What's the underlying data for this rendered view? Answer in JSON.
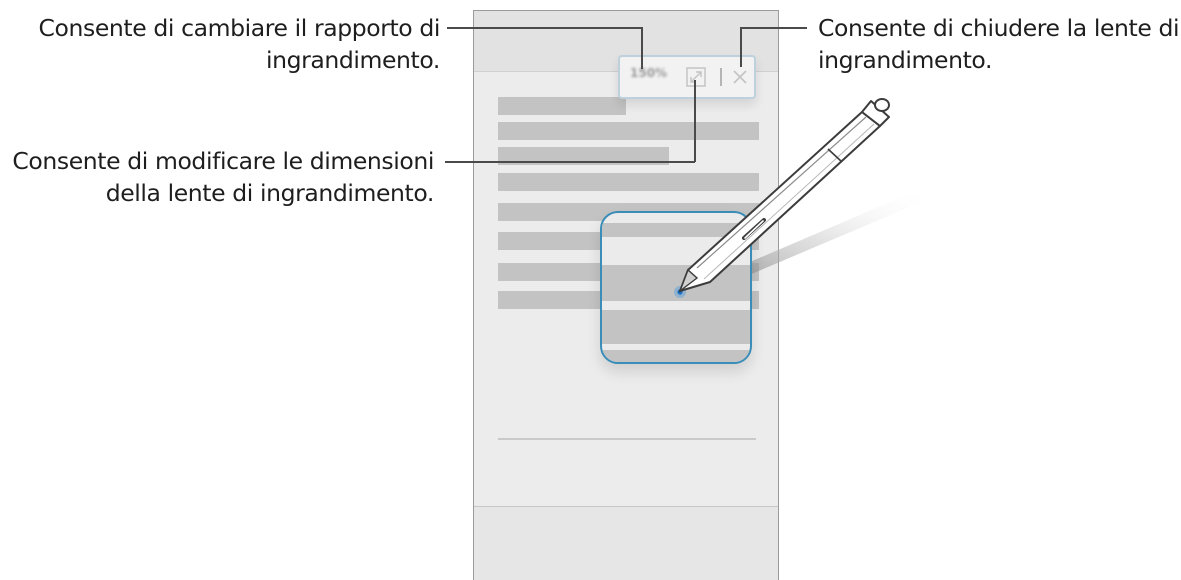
{
  "callouts": {
    "zoom_ratio": {
      "line1": "Consente di cambiare il rapporto di",
      "line2": "ingrandimento."
    },
    "resize": {
      "line1": "Consente di modificare le dimensioni",
      "line2": "della lente di ingrandimento."
    },
    "close": {
      "line1": "Consente di chiudere la lente di",
      "line2": "ingrandimento."
    }
  },
  "lens_toolbar": {
    "zoom_ratio_label": "150%"
  },
  "icons": {
    "resize": "resize-icon",
    "close": "close-icon",
    "pen": "s-pen-icon"
  },
  "colors": {
    "lens_border": "#3a8db8",
    "callout_text": "#1e1e1e"
  }
}
